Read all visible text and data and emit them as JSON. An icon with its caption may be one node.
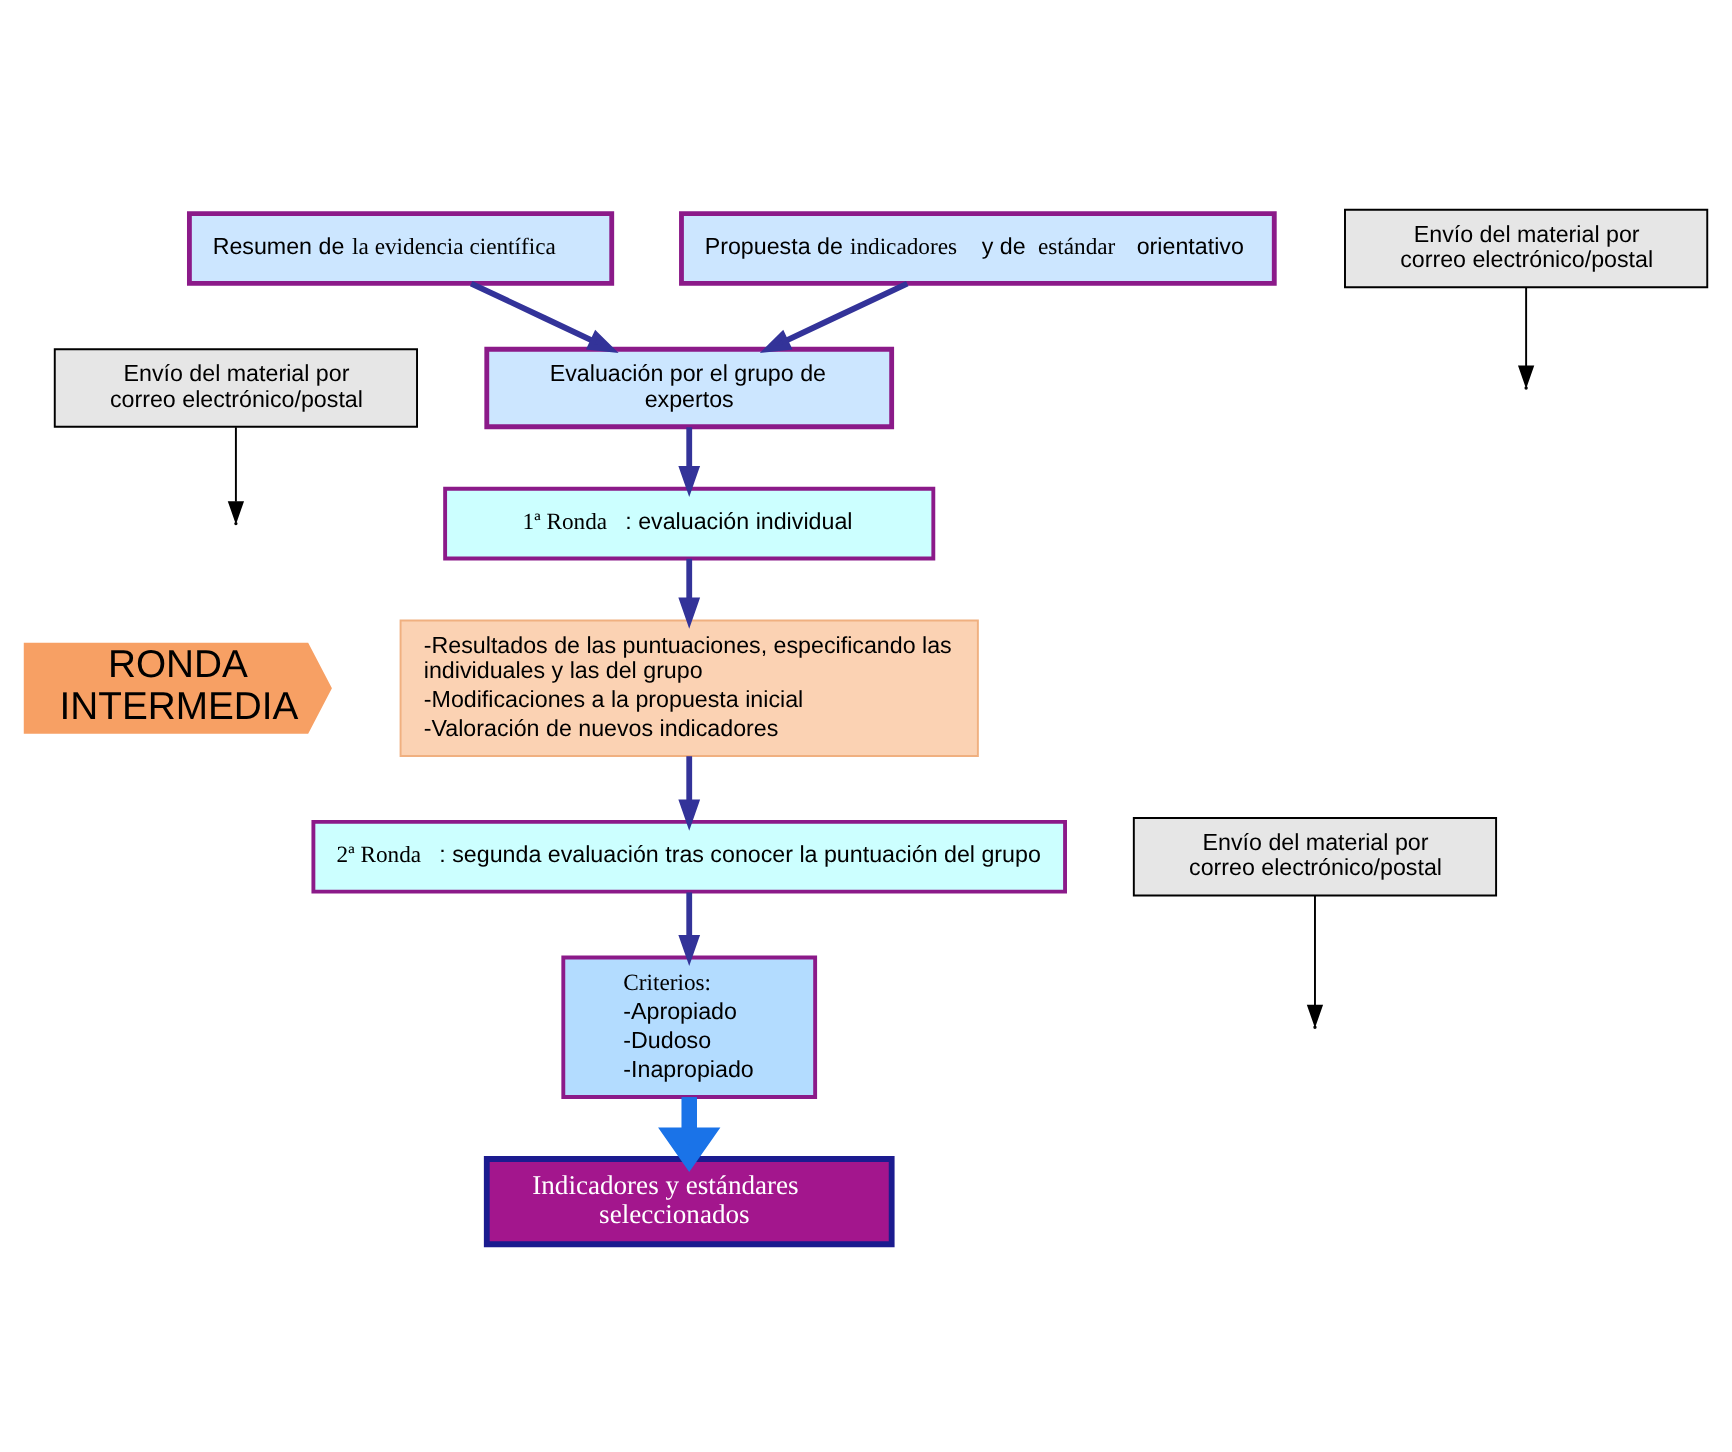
{
  "diagram": {
    "nodes": [
      {
        "text": [
          "Envío del material por correo electrónico/postal"
        ]
      },
      {
        "text": [
          "Resumen de **la evidencia científica**"
        ]
      },
      {
        "text": [
          "Propuesta de **indicadores** y de **estándar** orientativo"
        ]
      },
      {
        "text": [
          "Evaluación por el grupo de expertos"
        ]
      },
      {
        "text": [
          "**1ª Ronda**: evaluación individual"
        ]
      },
      {
        "text": [
          "Envío del material por correo electrónico/postal"
        ]
      },
      {
        "text": [
          "RONDA INTERMEDIA"
        ]
      },
      {
        "text": [
          "-Resultados de las puntuaciones, especificando las individuales y las del grupo",
          "-Modificaciones a la propuesta inicial",
          "-Valoración de nuevos indicadores"
        ]
      },
      {
        "text": [
          "Envío del material por correo electrónico/postal"
        ]
      },
      {
        "text": [
          "**2ª Ronda**: segunda evaluación tras conocer la puntuación del grupo"
        ]
      },
      {
        "text": [
          "Criterios:",
          "-Apropiado",
          "-Dudoso",
          "-Inapropiado"
        ]
      },
      {
        "text": [
          "Indicadores y estándares seleccionados"
        ]
      }
    ],
    "edges": [
      {
        "from": 1,
        "to": 3,
        "arrow": "to"
      },
      {
        "from": 2,
        "to": 3,
        "arrow": "to"
      },
      {
        "from": 0,
        "to": null,
        "arrow": "to",
        "color": "#000000"
      },
      {
        "from": 3,
        "to": 4,
        "arrow": "to"
      },
      {
        "from": 4,
        "to": 7,
        "arrow": "to"
      },
      {
        "from": 5,
        "to": null,
        "arrow": "to",
        "color": "#000000"
      },
      {
        "from": 7,
        "to": 9,
        "arrow": "to"
      },
      {
        "from": 8,
        "to": null,
        "arrow": "to",
        "color": "#000000"
      },
      {
        "from": 9,
        "to": 10,
        "arrow": "to"
      },
      {
        "from": 10,
        "to": 11,
        "arrow": "to",
        "style": "thick",
        "color": "#1a73e8"
      }
    ]
  }
}
